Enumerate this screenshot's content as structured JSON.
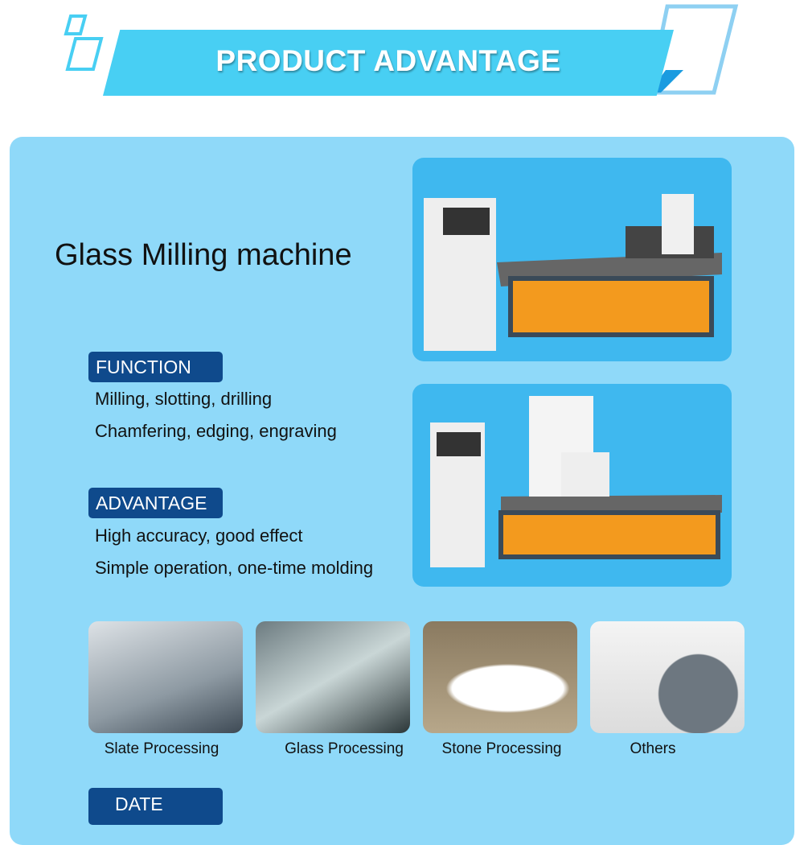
{
  "header": {
    "title": "PRODUCT ADVANTAGE"
  },
  "product": {
    "title": "Glass Milling machine"
  },
  "function": {
    "label": "FUNCTION",
    "lines": [
      "Milling, slotting, drilling",
      "Chamfering, edging, engraving"
    ]
  },
  "advantage": {
    "label": "ADVANTAGE",
    "lines": [
      "High accuracy, good effect",
      "Simple operation, one-time molding"
    ]
  },
  "applications": [
    {
      "caption": "Slate Processing"
    },
    {
      "caption": "Glass Processing"
    },
    {
      "caption": "Stone Processing"
    },
    {
      "caption": "Others"
    }
  ],
  "date": {
    "label": "DATE"
  },
  "colors": {
    "banner": "#48cff3",
    "panel": "#8fd9f9",
    "label": "#0f4a8c",
    "photo_bg": "#3fb8ef"
  }
}
